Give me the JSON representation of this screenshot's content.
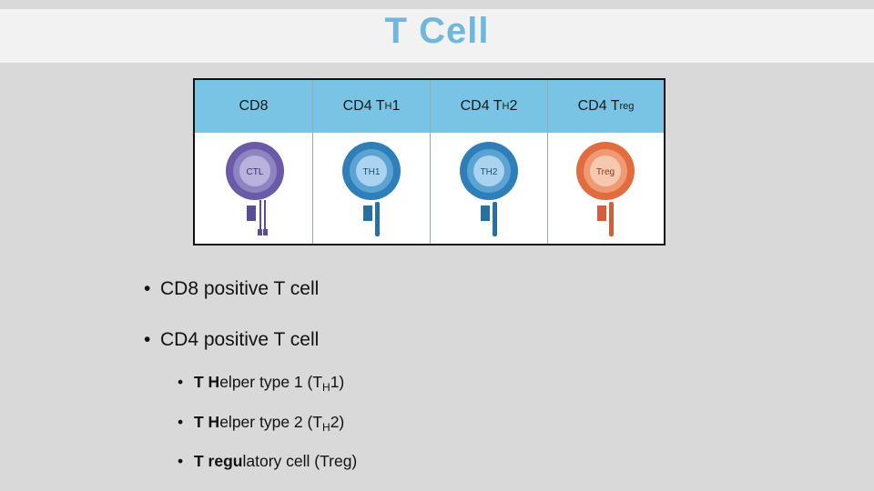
{
  "title": "T Cell",
  "table": {
    "headers": [
      {
        "main": "CD8",
        "sub": "",
        "suffix": ""
      },
      {
        "main": "CD4 T",
        "sub": "H",
        "suffix": "1"
      },
      {
        "main": "CD4 T",
        "sub": "H",
        "suffix": "2"
      },
      {
        "main": "CD4 T",
        "sub": "reg",
        "suffix": ""
      }
    ],
    "cells": [
      {
        "label": "CTL",
        "color": "#6a5aa8",
        "ring": "#8e84c2",
        "inner": "#b8b2dd"
      },
      {
        "label": "TH1",
        "color": "#2e7fb8",
        "ring": "#5ba3d3",
        "inner": "#a9d3ee"
      },
      {
        "label": "TH2",
        "color": "#2e7fb8",
        "ring": "#5ba3d3",
        "inner": "#a9d3ee"
      },
      {
        "label": "Treg",
        "color": "#e06c40",
        "ring": "#ef9a72",
        "inner": "#f7c8b0"
      }
    ]
  },
  "bullets": {
    "b1": "CD8 positive T cell",
    "b2": "CD4 positive T cell",
    "s1": {
      "bold1": "T H",
      "rest": "elper type 1 (T",
      "sub": "H",
      "end": "1)"
    },
    "s2": {
      "bold1": "T H",
      "rest": "elper type 2 (T",
      "sub": "H",
      "end": "2)"
    },
    "s3": {
      "bold1": "T regu",
      "rest": "latory cell (Treg)"
    }
  }
}
